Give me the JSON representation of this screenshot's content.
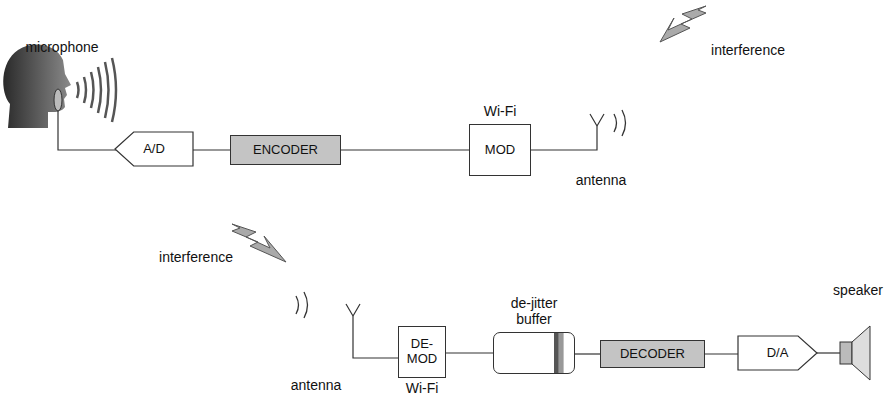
{
  "diagram": {
    "nodes": [
      {
        "text": [
          "A/D"
        ]
      },
      {
        "text": [
          "ENCODER"
        ]
      },
      {
        "text": [
          "Wi-Fi",
          "MOD"
        ]
      },
      {
        "text": [
          "DE- MOD",
          "Wi-Fi"
        ]
      },
      {
        "text": [
          "de-jitter buffer"
        ]
      },
      {
        "text": [
          "DECODER"
        ]
      },
      {
        "text": [
          "D/A"
        ]
      }
    ],
    "edges": [
      {
        "from": 0,
        "to": 1,
        "arrow": "none"
      },
      {
        "from": 1,
        "to": 2,
        "arrow": "none"
      },
      {
        "from": 3,
        "to": 4,
        "arrow": "none"
      },
      {
        "from": 4,
        "to": 5,
        "arrow": "none"
      },
      {
        "from": 5,
        "to": 6,
        "arrow": "none"
      }
    ],
    "labels": [
      "microphone",
      "interference",
      "antenna",
      "interference",
      "antenna",
      "speaker"
    ]
  }
}
